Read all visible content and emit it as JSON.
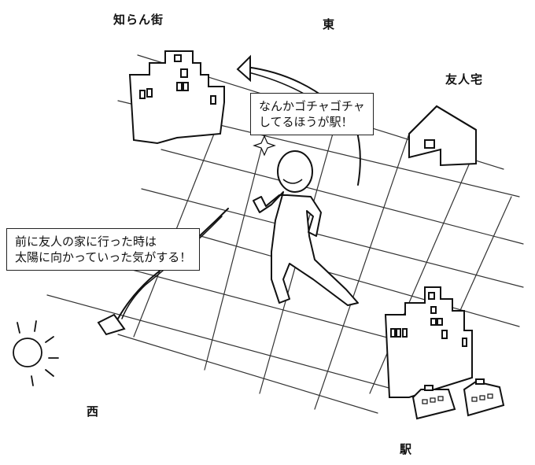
{
  "labels": {
    "unknown_town": "知らん街",
    "east": "東",
    "friend_house": "友人宅",
    "west": "西",
    "station": "駅"
  },
  "bubble_right": {
    "line1": "なんかゴチャゴチャ",
    "line2": "してるほうが駅！"
  },
  "bubble_left": {
    "line1": "前に友人の家に行った時は",
    "line2": "太陽に向かっていった気がする！"
  },
  "colors": {
    "ink": "#111111",
    "paper": "#ffffff",
    "grid": "#333333"
  },
  "icons": [
    "sun-icon",
    "direction-arrow-icon",
    "train-icon",
    "building-icon",
    "house-icon",
    "sparkle-icon"
  ]
}
